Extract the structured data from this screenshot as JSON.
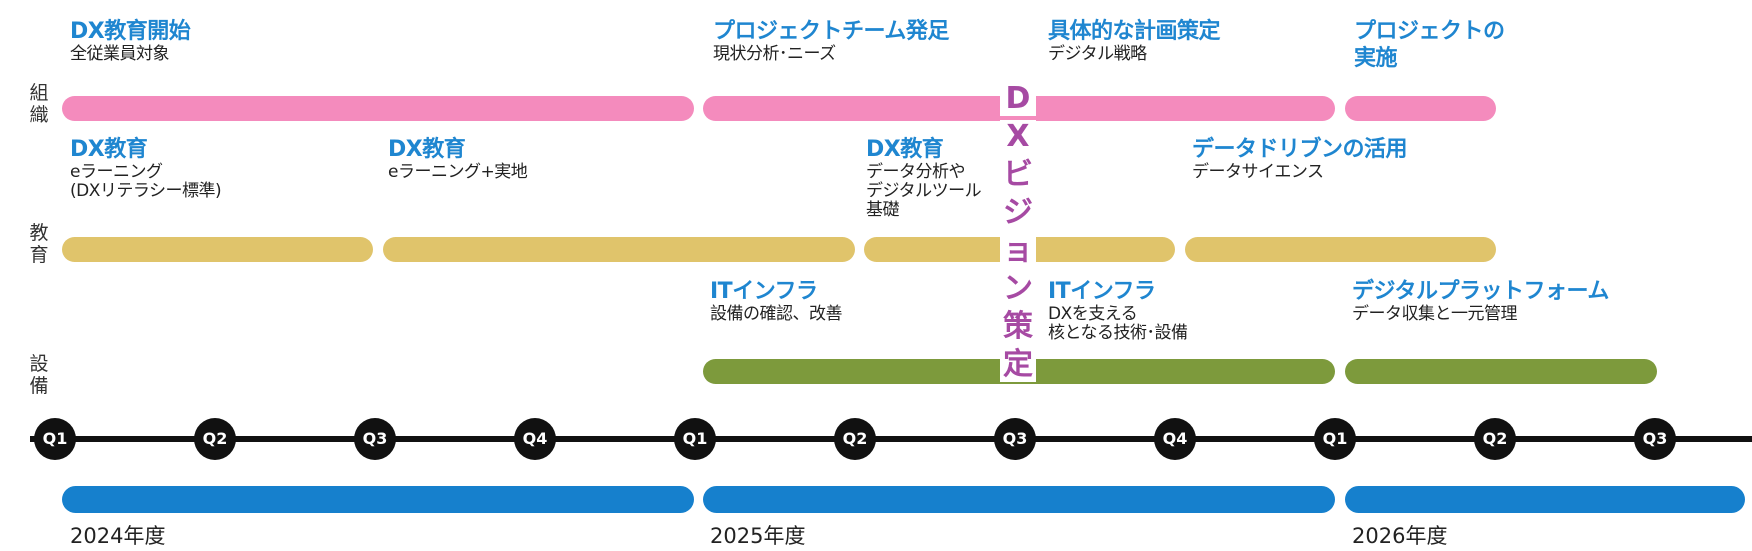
{
  "row_labels": {
    "org": "組\n織",
    "edu": "教\n育",
    "infra": "設\n備"
  },
  "phases": {
    "org1": {
      "title": "DX教育開始",
      "sub": "全従業員対象"
    },
    "org2": {
      "title": "プロジェクトチーム発足",
      "sub": "現状分析･ニーズ"
    },
    "org3": {
      "title": "具体的な計画策定",
      "sub": "デジタル戦略"
    },
    "org4": {
      "title": "プロジェクトの\n実施",
      "sub": ""
    },
    "edu1": {
      "title": "DX教育",
      "sub": "eラーニング\n(DXリテラシー標準)"
    },
    "edu2": {
      "title": "DX教育",
      "sub": "eラーニング+実地"
    },
    "edu3": {
      "title": "DX教育",
      "sub": "データ分析や\nデジタルツール\n基礎"
    },
    "edu4": {
      "title": "データドリブンの活用",
      "sub": "データサイエンス"
    },
    "infra1": {
      "title": "ITインフラ",
      "sub": "設備の確認、改善"
    },
    "infra2": {
      "title": "ITインフラ",
      "sub": "DXを支える\n核となる技術･設備"
    },
    "infra3": {
      "title": "デジタルプラットフォーム",
      "sub": "データ収集と一元管理"
    }
  },
  "quarters": [
    "Q1",
    "Q2",
    "Q3",
    "Q4",
    "Q1",
    "Q2",
    "Q3",
    "Q4",
    "Q1",
    "Q2",
    "Q3"
  ],
  "fiscal_years": [
    "2024年度",
    "2025年度",
    "2026年度"
  ],
  "vision_chars": [
    "D",
    "X",
    "ビ",
    "ジ",
    "ョ",
    "ン",
    "策",
    "定"
  ],
  "colors": {
    "title": "#1f86d0",
    "org_bar": "#f48bbd",
    "edu_bar": "#e0c46b",
    "infra_bar": "#7d9a3c",
    "year_bar": "#1680cd",
    "vision": "#a64aa3",
    "axis": "#111111"
  }
}
